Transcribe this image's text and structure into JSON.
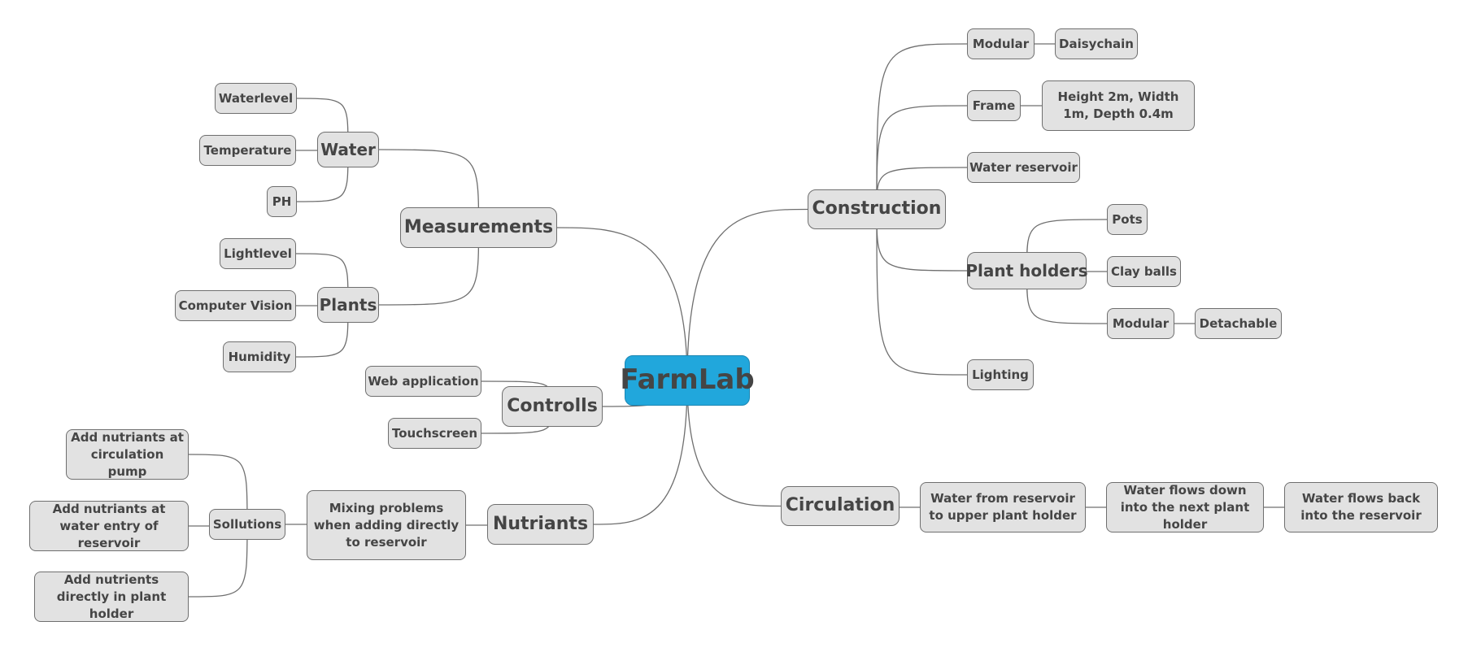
{
  "mindmap": {
    "root": "FarmLab",
    "branches": [
      {
        "label": "Construction",
        "children": [
          {
            "label": "Modular",
            "children": [
              {
                "label": "Daisychain"
              }
            ]
          },
          {
            "label": "Frame",
            "children": [
              {
                "label": "Height 2m, Width 1m, Depth 0.4m"
              }
            ]
          },
          {
            "label": "Water reservoir"
          },
          {
            "label": "Plant holders",
            "children": [
              {
                "label": "Pots"
              },
              {
                "label": "Clay balls"
              },
              {
                "label": "Modular",
                "children": [
                  {
                    "label": "Detachable"
                  }
                ]
              }
            ]
          },
          {
            "label": "Lighting"
          }
        ]
      },
      {
        "label": "Circulation",
        "children": [
          {
            "label": "Water from reservoir to upper plant holder",
            "children": [
              {
                "label": "Water flows down into the next plant holder",
                "children": [
                  {
                    "label": "Water flows back into the reservoir"
                  }
                ]
              }
            ]
          }
        ]
      },
      {
        "label": "Measurements",
        "children": [
          {
            "label": "Water",
            "children": [
              {
                "label": "Waterlevel"
              },
              {
                "label": "Temperature"
              },
              {
                "label": "PH"
              }
            ]
          },
          {
            "label": "Plants",
            "children": [
              {
                "label": "Lightlevel"
              },
              {
                "label": "Computer Vision"
              },
              {
                "label": "Humidity"
              }
            ]
          }
        ]
      },
      {
        "label": "Controlls",
        "children": [
          {
            "label": "Web application"
          },
          {
            "label": "Touchscreen"
          }
        ]
      },
      {
        "label": "Nutriants",
        "children": [
          {
            "label": "Mixing problems when adding directly to reservoir",
            "children": [
              {
                "label": "Sollutions",
                "children": [
                  {
                    "label": "Add nutriants at circulation pump"
                  },
                  {
                    "label": "Add nutriants at water entry of reservoir"
                  },
                  {
                    "label": "Add nutrients directly in plant holder"
                  }
                ]
              }
            ]
          }
        ]
      }
    ]
  }
}
